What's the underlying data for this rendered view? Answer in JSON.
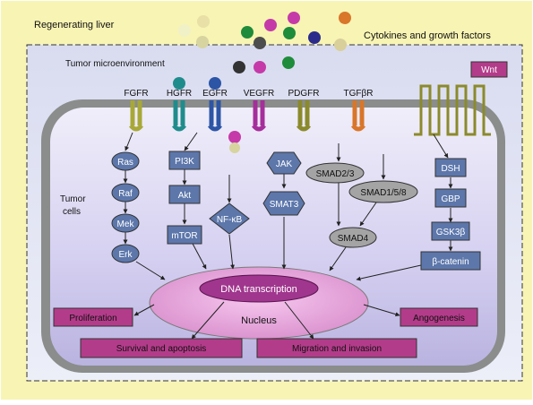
{
  "regions": {
    "outer_label": "Regenerating liver",
    "tumor_env_label": "Tumor microenvironment",
    "cytokines_label": "Cytokines and growth factors",
    "tumor_cells_label_1": "Tumor",
    "tumor_cells_label_2": "cells",
    "nucleus_label": "Nucleus",
    "dna_label": "DNA transcription"
  },
  "receptors": [
    "FGFR",
    "HGFR",
    "EGFR",
    "VEGFR",
    "PDGFR",
    "TGFβR"
  ],
  "wnt_label": "Wnt",
  "pathways": {
    "erk": [
      "Ras",
      "Raf",
      "Mek",
      "Erk"
    ],
    "pi3k": [
      "PI3K",
      "Akt",
      "mTOR"
    ],
    "nfkb": "NF-κB",
    "jak": [
      "JAK",
      "SMAT3"
    ],
    "smad": [
      "SMAD2/3",
      "SMAD1/5/8",
      "SMAD4"
    ],
    "wnt": [
      "DSH",
      "GBP",
      "GSK3β",
      "β-catenin"
    ]
  },
  "outcomes": {
    "proliferation": "Proliferation",
    "angiogenesis": "Angogenesis",
    "survival": "Survival and apoptosis",
    "migration": "Migration and invasion"
  },
  "colors": {
    "outer_bg": "#f8f4b4",
    "env_bg": "#dfe3f3",
    "cell_membrane": "#868a88",
    "cell_interior": "#c8c4e6",
    "node_blue": "#5d77ab",
    "node_gray": "#a4a4a4",
    "outcome_fill": "#b33c8a",
    "nucleus_fill": "#e7a8dc",
    "dna_fill": "#a0368d",
    "receptor_fgfr": "#a8a838",
    "receptor_hgfr": "#1f8c8c",
    "receptor_egfr": "#2c55a6",
    "receptor_vegfr": "#a52e9b",
    "receptor_pdgfr": "#8b8a2c",
    "receptor_tgfbr": "#d9762a"
  }
}
